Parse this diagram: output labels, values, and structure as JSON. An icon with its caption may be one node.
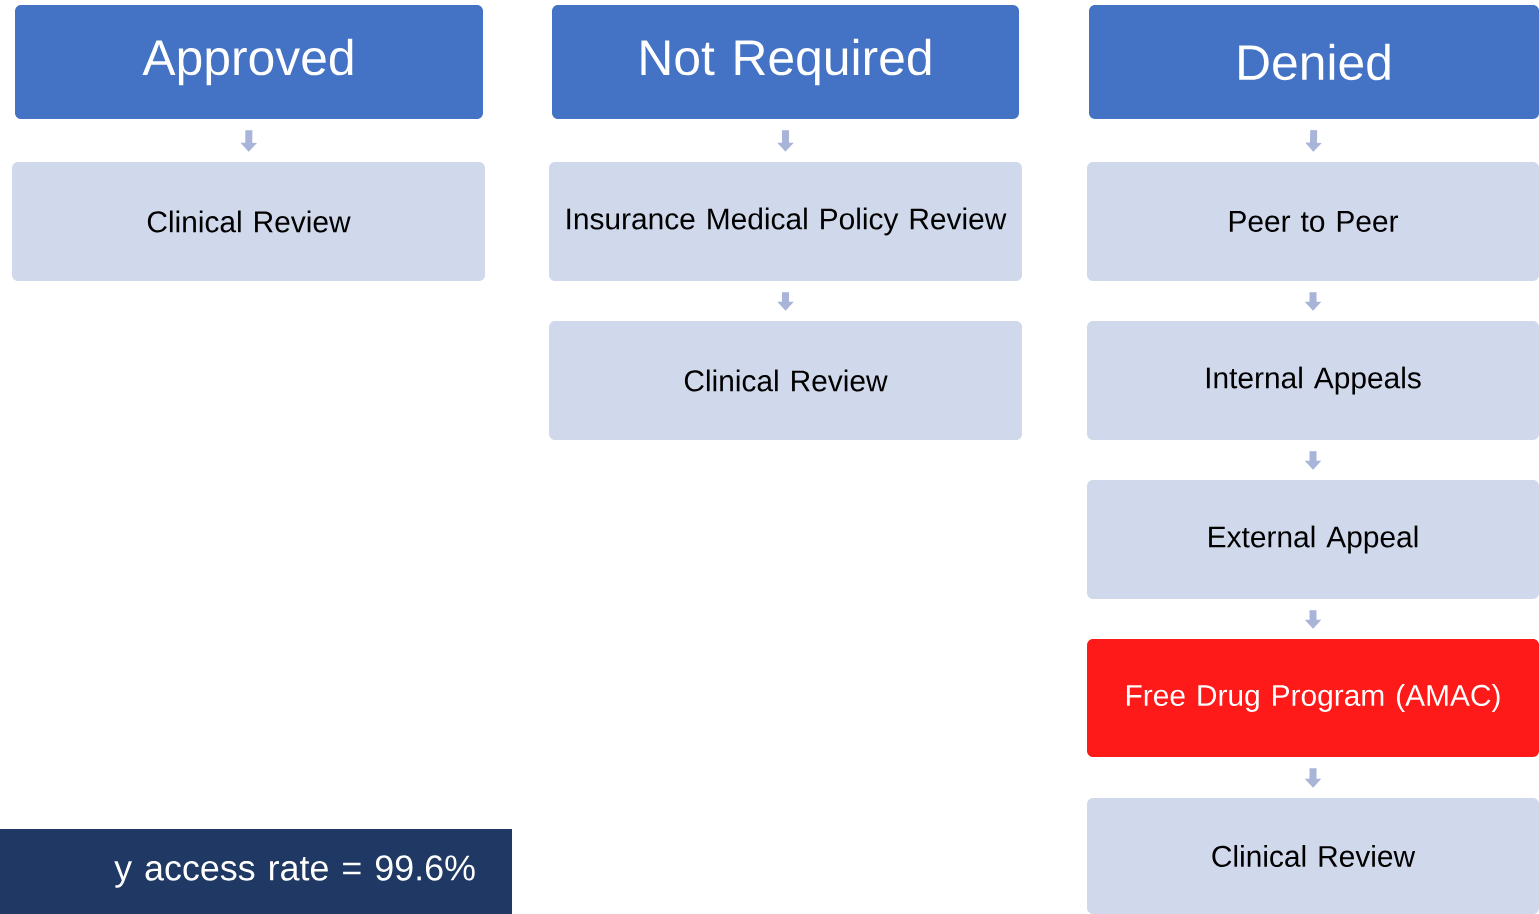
{
  "diagram": {
    "nodes": [
      {
        "text": [
          "Approved"
        ]
      },
      {
        "text": [
          "Clinical Review"
        ]
      },
      {
        "text": [
          "Not Required"
        ]
      },
      {
        "text": [
          "Insurance Medical Policy Review"
        ]
      },
      {
        "text": [
          "Clinical Review"
        ]
      },
      {
        "text": [
          "Denied"
        ]
      },
      {
        "text": [
          "Peer to Peer"
        ]
      },
      {
        "text": [
          "Internal Appeals"
        ]
      },
      {
        "text": [
          "External Appeal"
        ]
      },
      {
        "text": [
          "Free Drug Program (AMAC)"
        ]
      },
      {
        "text": [
          "Clinical Review"
        ]
      },
      {
        "text": [
          "y access rate = 99.6%"
        ]
      }
    ],
    "edges": [
      {
        "from": 0,
        "to": 1,
        "arrow": "to"
      },
      {
        "from": 2,
        "to": 3,
        "arrow": "to"
      },
      {
        "from": 3,
        "to": 4,
        "arrow": "to"
      },
      {
        "from": 5,
        "to": 6,
        "arrow": "to"
      },
      {
        "from": 6,
        "to": 7,
        "arrow": "to"
      },
      {
        "from": 7,
        "to": 8,
        "arrow": "to"
      },
      {
        "from": 8,
        "to": 9,
        "arrow": "to"
      },
      {
        "from": 9,
        "to": 10,
        "arrow": "to"
      }
    ]
  }
}
